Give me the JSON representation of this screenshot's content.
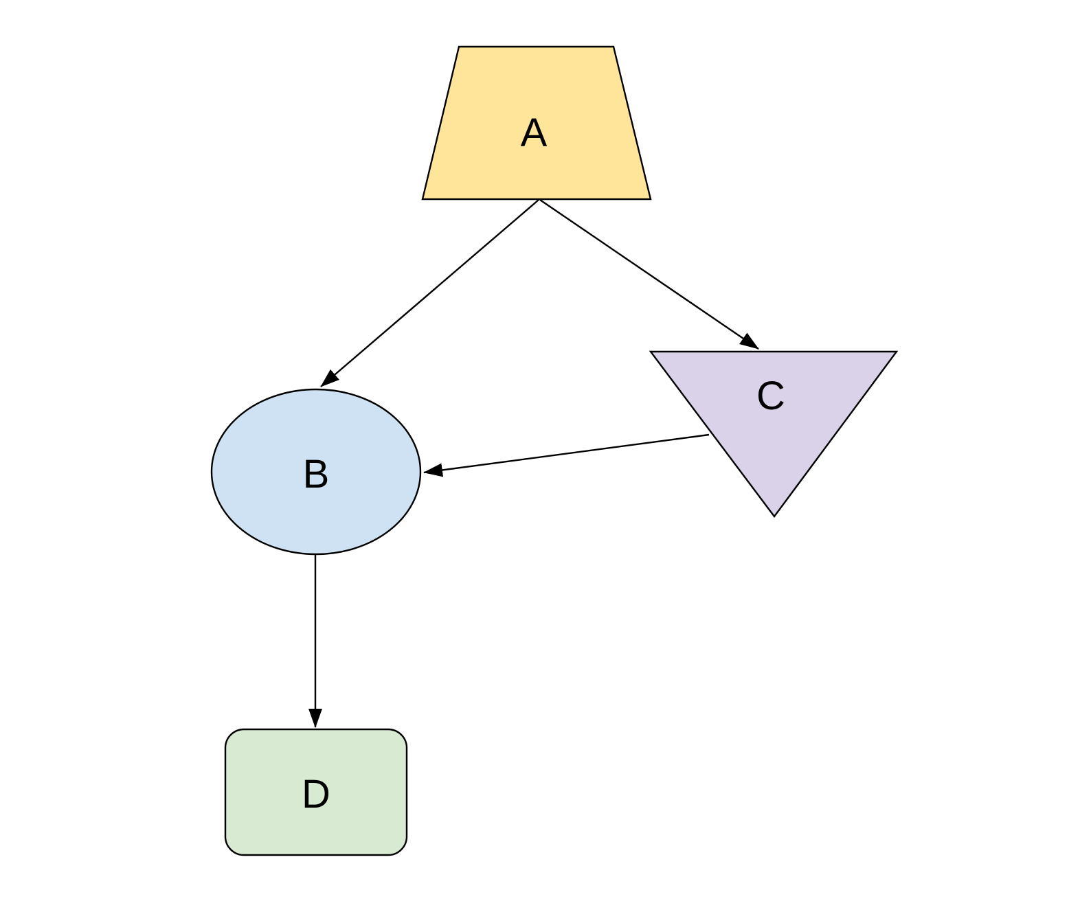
{
  "diagram": {
    "background_color": "#ffffff",
    "stroke_color": "#000000",
    "text_color": "#000000",
    "nodes": [
      {
        "id": "A",
        "label": "A",
        "shape": "trapezoid",
        "fill": "#ffe599"
      },
      {
        "id": "B",
        "label": "B",
        "shape": "ellipse",
        "fill": "#cfe2f3"
      },
      {
        "id": "C",
        "label": "C",
        "shape": "inverted-triangle",
        "fill": "#d9d2e9"
      },
      {
        "id": "D",
        "label": "D",
        "shape": "rounded-rectangle",
        "fill": "#d9ead3"
      }
    ],
    "edges": [
      {
        "from": "A",
        "to": "B",
        "arrow": "to"
      },
      {
        "from": "A",
        "to": "C",
        "arrow": "to"
      },
      {
        "from": "C",
        "to": "B",
        "arrow": "to"
      },
      {
        "from": "B",
        "to": "D",
        "arrow": "to"
      }
    ]
  }
}
